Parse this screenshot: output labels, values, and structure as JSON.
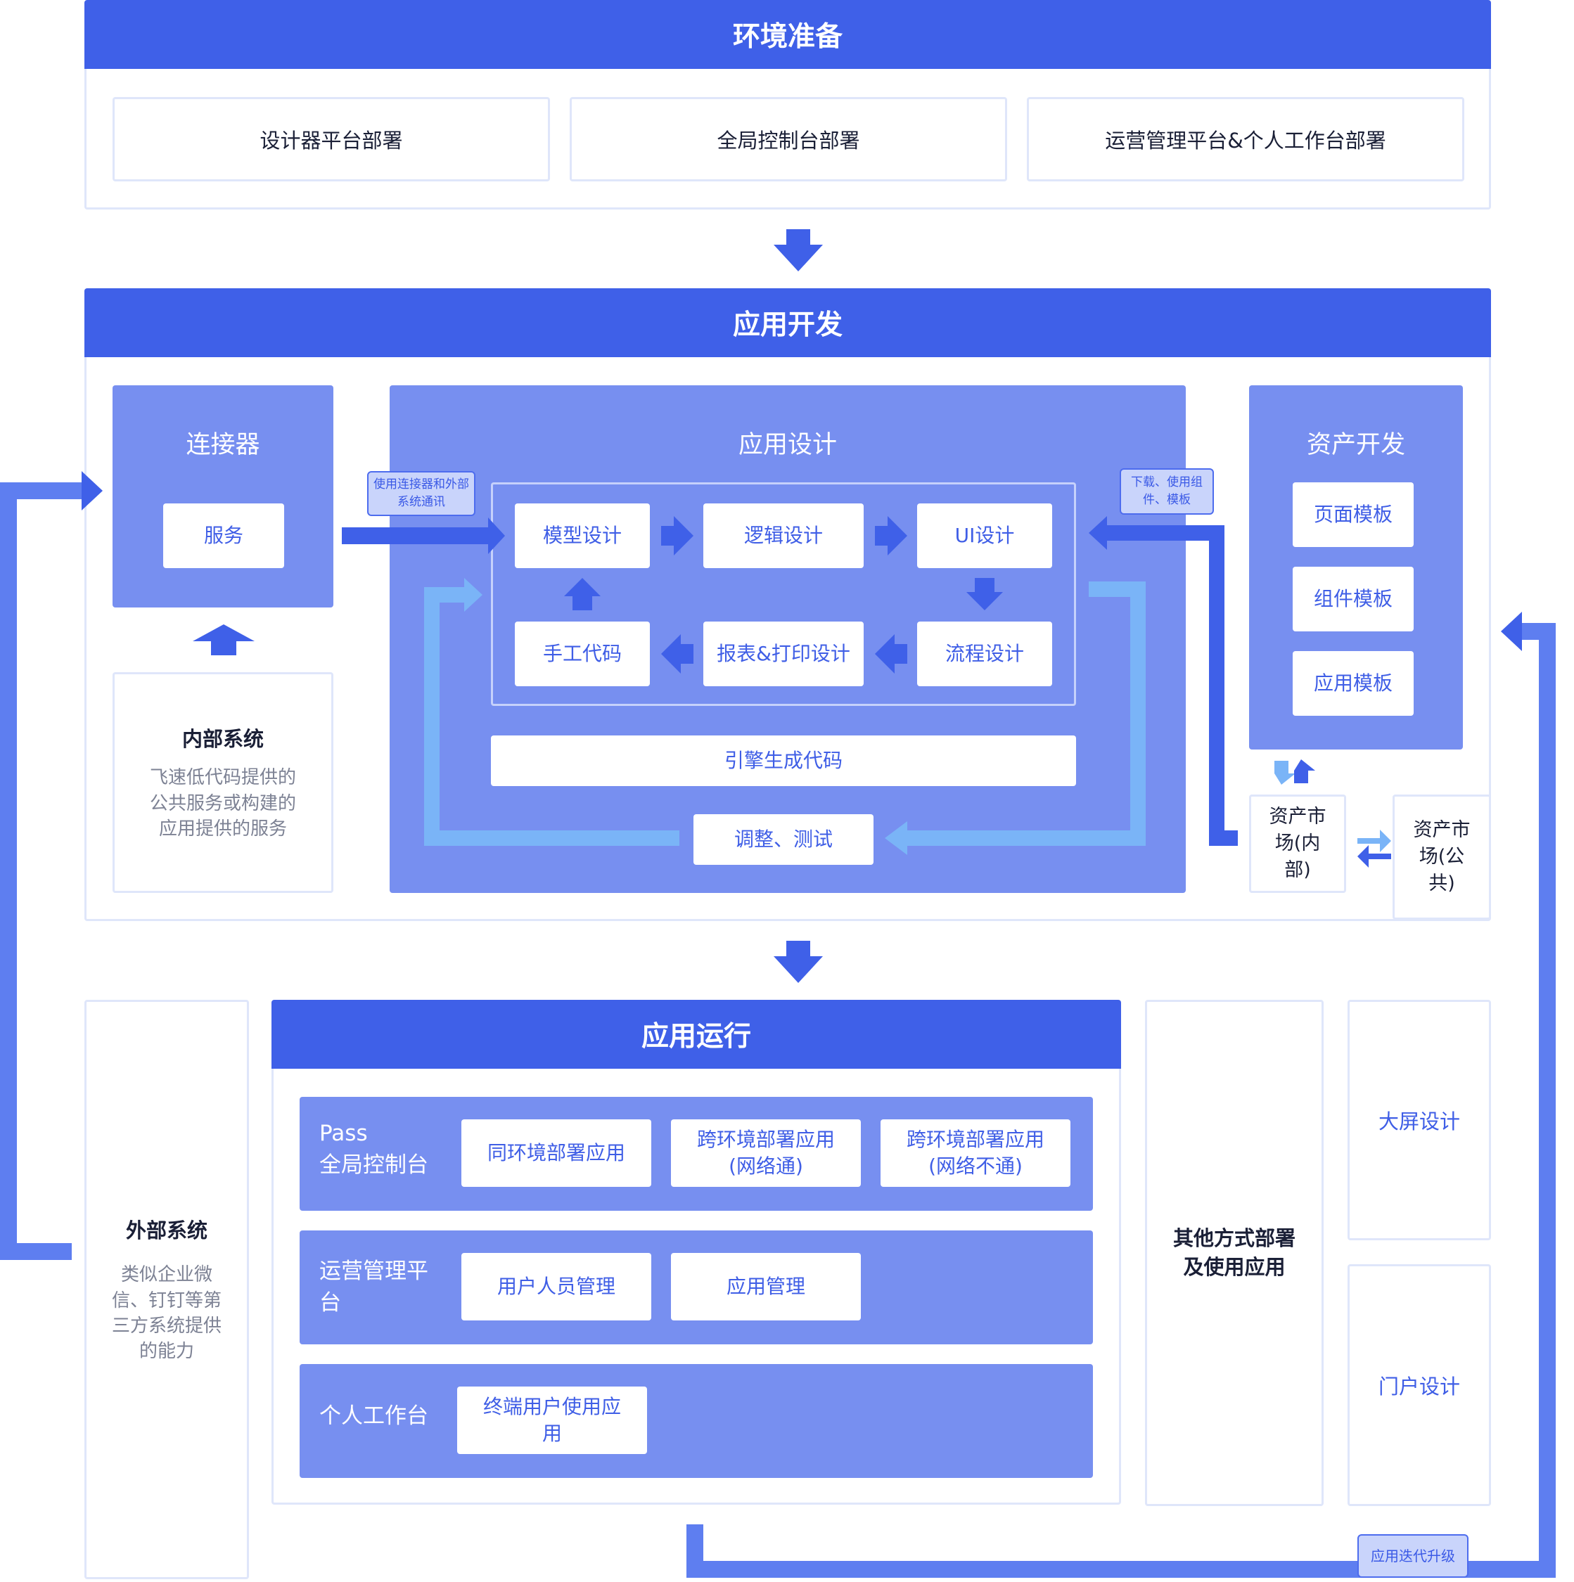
{
  "env": {
    "title": "环境准备",
    "items": [
      "设计器平台部署",
      "全局控制台部署",
      "运营管理平台&个人工作台部署"
    ]
  },
  "dev": {
    "title": "应用开发",
    "connector": {
      "title": "连接器",
      "service": "服务"
    },
    "internal": {
      "title": "内部系统",
      "desc": "飞速低代码提供的公共服务或构建的应用提供的服务"
    },
    "tag_connector": "使用连接器和外部系统通讯",
    "tag_download": "下载、使用组件、模板",
    "design": {
      "title": "应用设计",
      "model": "模型设计",
      "logic": "逻辑设计",
      "ui": "UI设计",
      "manual": "手工代码",
      "report": "报表&打印设计",
      "flow": "流程设计",
      "engine": "引擎生成代码",
      "test": "调整、测试"
    },
    "asset": {
      "title": "资产开发",
      "items": [
        "页面模板",
        "组件模板",
        "应用模板"
      ]
    },
    "market_internal": "资产市场(内部)",
    "market_public": "资产市场(公共)"
  },
  "run": {
    "title": "应用运行",
    "rows": [
      {
        "label_line1": "Pass",
        "label_line2": "全局控制台",
        "items": [
          "同环境部署应用",
          "跨环境部署应用\n(网络通)",
          "跨环境部署应用\n(网络不通)"
        ]
      },
      {
        "label_line1": "运营管理平",
        "label_line2": "台",
        "items": [
          "用户人员管理",
          "应用管理"
        ]
      },
      {
        "label_line1": "个人工作台",
        "label_line2": "",
        "items": [
          "终端用户使用应\n用"
        ]
      }
    ]
  },
  "external": {
    "title": "外部系统",
    "desc": "类似企业微信、钉钉等第三方系统提供的能力"
  },
  "other": {
    "title": "其他方式部署及使用应用"
  },
  "bigscreen": "大屏设计",
  "portal": "门户设计",
  "upgrade_tag": "应用迭代升级",
  "colors": {
    "primary": "#3f60e8",
    "panel": "#778ff0",
    "light_arrow": "#7ab4f7",
    "frame_border": "#dfe6fa"
  }
}
